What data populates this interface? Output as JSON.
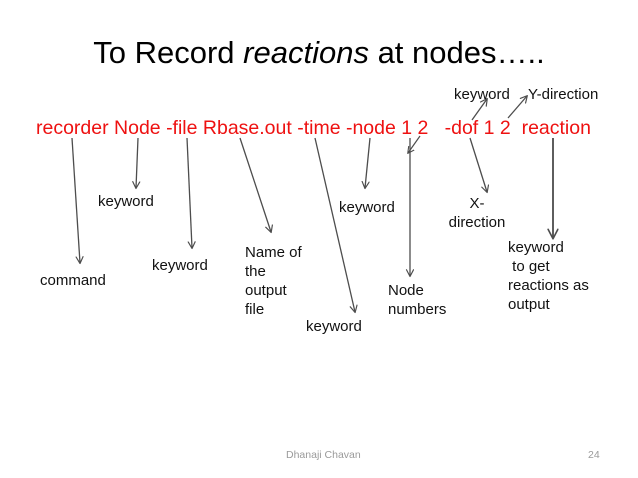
{
  "slide": {
    "title_prefix": "To Record ",
    "title_italic": "reactions",
    "title_suffix": " at nodes…..",
    "command_line": "recorder Node -file Rbase.out -time -node 1 2   -dof 1 2  reaction",
    "colors": {
      "command_red": "#ee1111",
      "text_black": "#111111",
      "arrow_gray": "#4d4d4d",
      "footer_gray": "#9a9a9a",
      "background": "#ffffff"
    }
  },
  "annotations": [
    {
      "id": "keyword-dof",
      "text": "keyword"
    },
    {
      "id": "y-direction",
      "text": "Y-direction"
    },
    {
      "id": "keyword-node-kw",
      "text": "keyword"
    },
    {
      "id": "keyword-time",
      "text": "keyword"
    },
    {
      "id": "x-direction",
      "text": "X-\ndirection"
    },
    {
      "id": "command",
      "text": "command"
    },
    {
      "id": "keyword-node",
      "text": "keyword"
    },
    {
      "id": "name-of-output-file",
      "text": "Name of\nthe\noutput\nfile"
    },
    {
      "id": "keyword-file",
      "text": "keyword"
    },
    {
      "id": "node-numbers",
      "text": "Node\nnumbers"
    },
    {
      "id": "keyword-reaction",
      "text": "keyword\n to get\nreactions as\noutput"
    }
  ],
  "footer": {
    "author": "Dhanaji Chavan",
    "page_number": "24"
  }
}
